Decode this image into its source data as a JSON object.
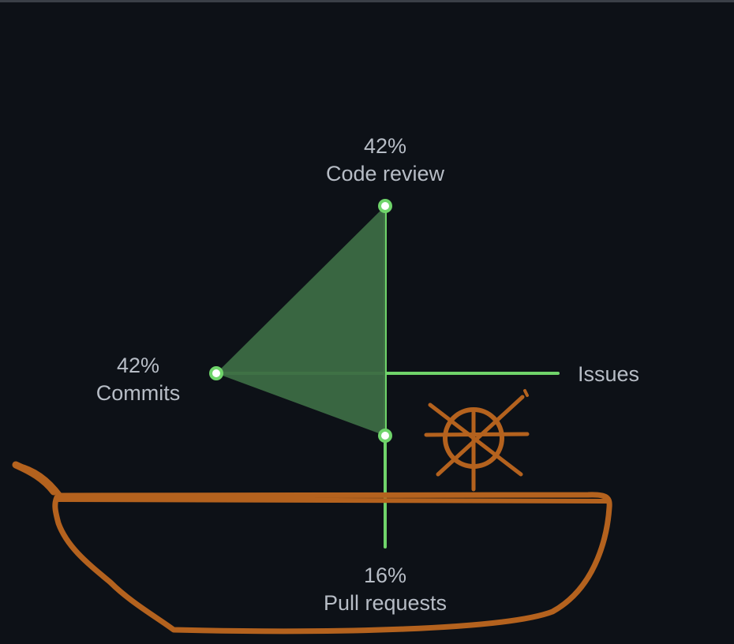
{
  "chart_data": {
    "type": "radar",
    "axes": [
      {
        "name": "Code review",
        "value": 42,
        "percent_label": "42%"
      },
      {
        "name": "Issues",
        "value": 0,
        "percent_label": ""
      },
      {
        "name": "Pull requests",
        "value": 16,
        "percent_label": "16%"
      },
      {
        "name": "Commits",
        "value": 42,
        "percent_label": "42%"
      }
    ],
    "range": [
      0,
      100
    ],
    "colors": {
      "axis": "#6fd46a",
      "fill": "#3c6b43",
      "point_fill": "#ffffff",
      "point_stroke": "#6fd46a",
      "label": "#b7bdc6",
      "background": "#0d1117"
    }
  },
  "doodle": {
    "description_icon": "boat-doodle-icon",
    "color": "#b4621e"
  }
}
